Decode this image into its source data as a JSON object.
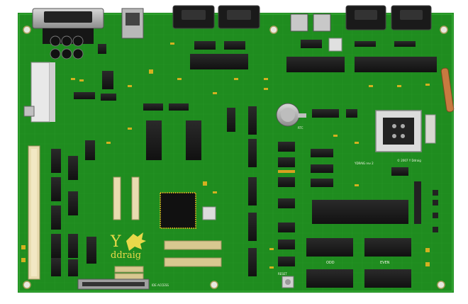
{
  "board": {
    "logo_y": "Y",
    "logo_name": "ddraig",
    "label_odd": "ODD",
    "label_even": "EVEN",
    "label_version": "YDRAIG rev 2",
    "label_copyright": "© 2007 Y Ddraig",
    "label_reset": "RESET",
    "label_ide": "IDE ACCESS",
    "label_rtc": "RTC",
    "colors": {
      "background": "#ffffff",
      "pcb": "#1f8c1f",
      "pcb_dark": "#166816",
      "chip": "#1a1a1a",
      "pad": "#d4b020",
      "silkscreen": "#f4f4e8",
      "connector_gray": "#8a8a8a",
      "header_beige": "#e8dcb0"
    }
  }
}
